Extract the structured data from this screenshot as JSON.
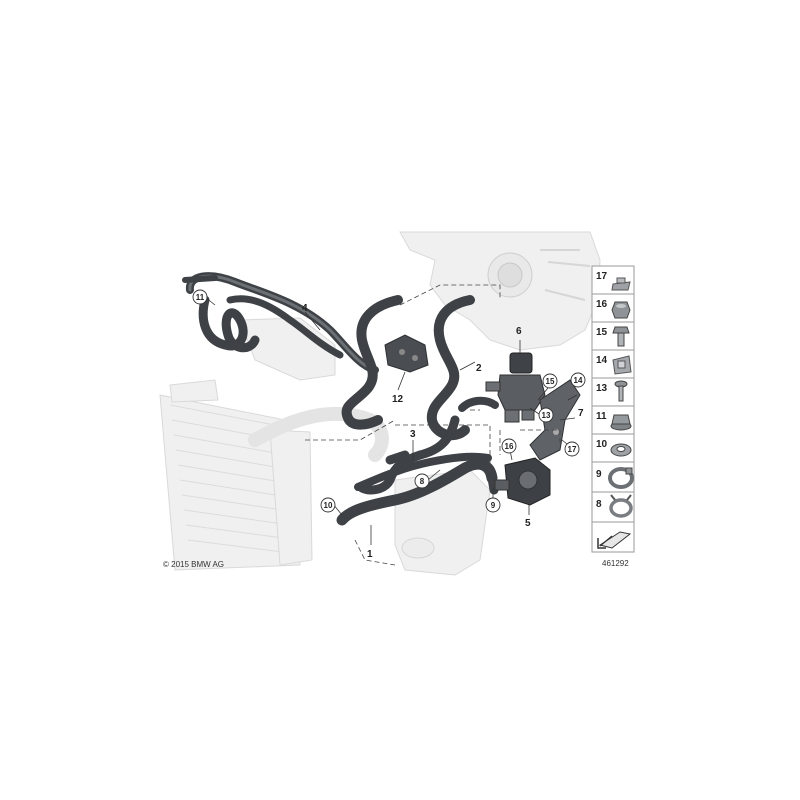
{
  "callouts": {
    "c1": "1",
    "c2": "2",
    "c3": "3",
    "c4": "4",
    "c5": "5",
    "c6": "6",
    "c7": "7",
    "c8": "8",
    "c9": "9",
    "c10": "10",
    "c11": "11",
    "c12": "12",
    "c13": "13",
    "c14": "14",
    "c15": "15",
    "c16": "16",
    "c17": "17"
  },
  "side_panel": {
    "items": [
      {
        "number": "17",
        "icon": "clip-nut-icon"
      },
      {
        "number": "16",
        "icon": "hex-nut-icon"
      },
      {
        "number": "15",
        "icon": "hex-bolt-icon"
      },
      {
        "number": "14",
        "icon": "spring-nut-icon"
      },
      {
        "number": "13",
        "icon": "screw-icon"
      },
      {
        "number": "11",
        "icon": "flange-nut-icon"
      },
      {
        "number": "10",
        "icon": "washer-icon"
      },
      {
        "number": "9",
        "icon": "hose-clamp-icon"
      },
      {
        "number": "8",
        "icon": "spring-clamp-icon"
      }
    ],
    "bottom_icon": "arrow-sheet-icon"
  },
  "copyright": "© 2015 BMW AG",
  "image_number": "461292",
  "colors": {
    "hose": "#3e4246",
    "ghost_parts": "#e6e6e6",
    "line": "#333333"
  }
}
